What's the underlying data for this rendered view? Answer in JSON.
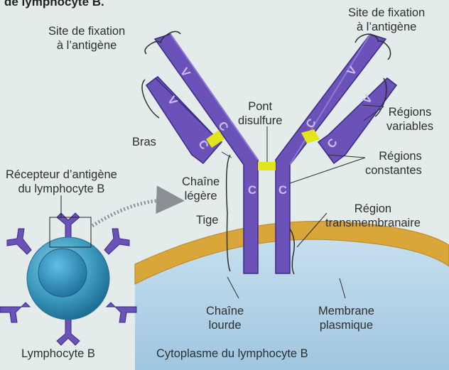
{
  "title_fragment": "de lymphocyte B.",
  "labels": {
    "site_left": [
      "Site de fixation",
      "à l’antigène"
    ],
    "site_right": [
      "Site de fixation",
      "à l’antigène"
    ],
    "pont": [
      "Pont",
      "disulfure"
    ],
    "regions_variables": [
      "Régions",
      "variables"
    ],
    "bras": "Bras",
    "regions_constantes": [
      "Régions",
      "constantes"
    ],
    "recepteur": [
      "Récepteur d’antigène",
      "du lymphocyte B"
    ],
    "chaine_legere": [
      "Chaîne",
      "légère"
    ],
    "tige": "Tige",
    "region_transmembranaire": [
      "Région",
      "transmembranaire"
    ],
    "chaine_lourde": [
      "Chaîne",
      "lourde"
    ],
    "membrane_plasmique": [
      "Membrane",
      "plasmique"
    ],
    "lymphocyte_b": "Lymphocyte B",
    "cytoplasme": "Cytoplasme du lymphocyte B"
  },
  "domain_letters": {
    "variable": "V",
    "constant": "C"
  },
  "colors": {
    "antibody": "#6b52b8",
    "antibody_edge": "#3a2b86",
    "disulfide": "#e3e51c",
    "membrane": "#d9a63a",
    "cytoplasm": "#b6d3e6",
    "cell": "#3f9cc0"
  }
}
